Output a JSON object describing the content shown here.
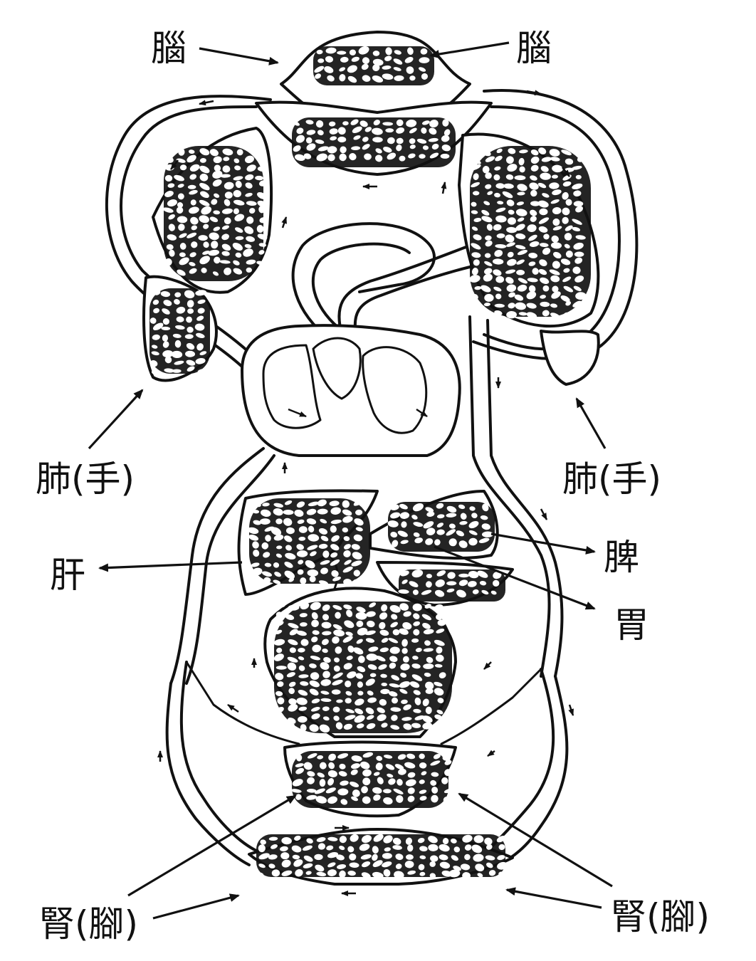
{
  "labels": {
    "brain_left": "腦",
    "brain_right": "腦",
    "lung_left": "肺(手)",
    "lung_right": "肺(手)",
    "liver": "肝",
    "spleen": "脾",
    "stomach": "胃",
    "kidney_left": "腎(腳)",
    "kidney_right": "腎(腳)"
  },
  "colors": {
    "ink": "#111111",
    "background": "#ffffff"
  }
}
